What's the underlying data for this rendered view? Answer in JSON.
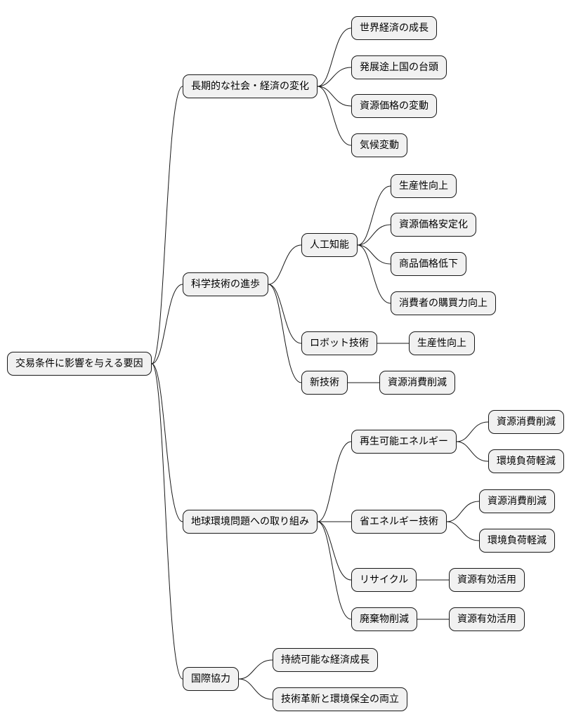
{
  "mindmap": {
    "root": "交易条件に影響を与える要因",
    "branches": [
      {
        "label": "長期的な社会・経済の変化",
        "children": [
          {
            "label": "世界経済の成長",
            "children": []
          },
          {
            "label": "発展途上国の台頭",
            "children": []
          },
          {
            "label": "資源価格の変動",
            "children": []
          },
          {
            "label": "気候変動",
            "children": []
          }
        ]
      },
      {
        "label": "科学技術の進歩",
        "children": [
          {
            "label": "人工知能",
            "children": [
              {
                "label": "生産性向上"
              },
              {
                "label": "資源価格安定化"
              },
              {
                "label": "商品価格低下"
              },
              {
                "label": "消費者の購買力向上"
              }
            ]
          },
          {
            "label": "ロボット技術",
            "children": [
              {
                "label": "生産性向上"
              }
            ]
          },
          {
            "label": "新技術",
            "children": [
              {
                "label": "資源消費削減"
              }
            ]
          }
        ]
      },
      {
        "label": "地球環境問題への取り組み",
        "children": [
          {
            "label": "再生可能エネルギー",
            "children": [
              {
                "label": "資源消費削減"
              },
              {
                "label": "環境負荷軽減"
              }
            ]
          },
          {
            "label": "省エネルギー技術",
            "children": [
              {
                "label": "資源消費削減"
              },
              {
                "label": "環境負荷軽減"
              }
            ]
          },
          {
            "label": "リサイクル",
            "children": [
              {
                "label": "資源有効活用"
              }
            ]
          },
          {
            "label": "廃棄物削減",
            "children": [
              {
                "label": "資源有効活用"
              }
            ]
          }
        ]
      },
      {
        "label": "国際協力",
        "children": [
          {
            "label": "持続可能な経済成長",
            "children": []
          },
          {
            "label": "技術革新と環境保全の両立",
            "children": []
          }
        ]
      }
    ]
  }
}
